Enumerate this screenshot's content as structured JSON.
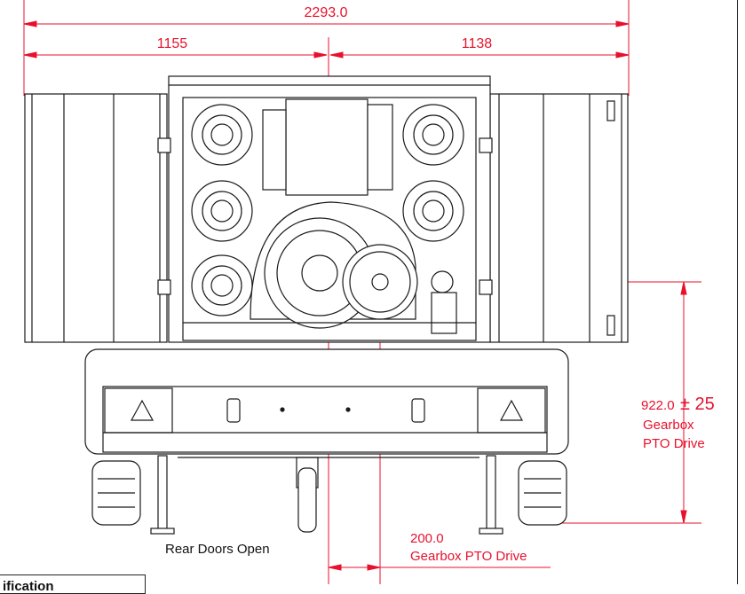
{
  "dimensions": {
    "overall_width": "2293.0",
    "left_half": "1155",
    "right_half": "1138",
    "pto_height_value": "922.0",
    "pto_height_tolerance": "± 25",
    "pto_height_label_line1": "Gearbox",
    "pto_height_label_line2": "PTO Drive",
    "pto_offset_value": "200.0",
    "pto_offset_label": "Gearbox PTO Drive"
  },
  "caption": "Rear Doors Open",
  "spec_box_title": "ification",
  "colors": {
    "dimension": "#e8112d",
    "linework": "#1a1a1a",
    "background": "#ffffff"
  }
}
